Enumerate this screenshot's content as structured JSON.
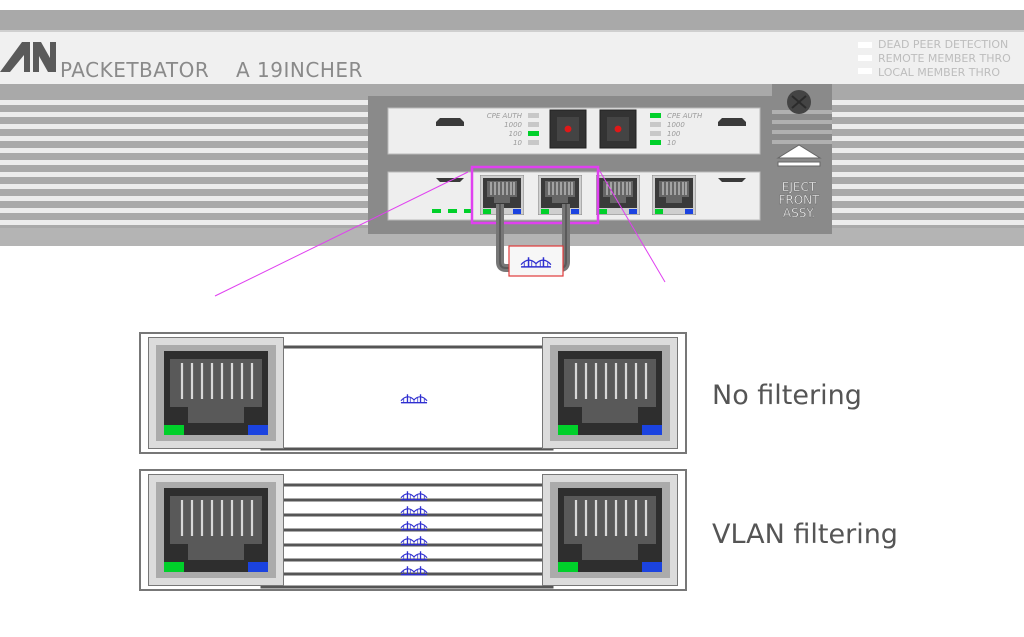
{
  "brand": {
    "name": "PACKETBATOR",
    "model": "A 19INCHER"
  },
  "status_labels": [
    "DEAD PEER DETECTION",
    "REMOTE MEMBER THRO",
    "LOCAL MEMBER THRO"
  ],
  "led_labels_left": [
    "CPE AUTH",
    "1000",
    "100",
    "10"
  ],
  "led_labels_right": [
    "CPE AUTH",
    "1000",
    "100",
    "10"
  ],
  "eject_lines": [
    "EJECT",
    "FRONT",
    "ASSY."
  ],
  "modes": [
    {
      "label": "No filtering",
      "bridge_count": 1
    },
    {
      "label": "VLAN filtering",
      "bridge_count": 6
    }
  ],
  "colors": {
    "chassis": "#a9a9a9",
    "chassis_dark": "#8a8a8a",
    "panel_light": "#e6e6e6",
    "jack_body": "#333333",
    "led_green": "#00d02a",
    "led_blue": "#1b43e0",
    "led_red": "#e01818",
    "callout": "#e040f0",
    "bridge": "#2f2fd0",
    "highlight_box": "#e03a3a"
  }
}
